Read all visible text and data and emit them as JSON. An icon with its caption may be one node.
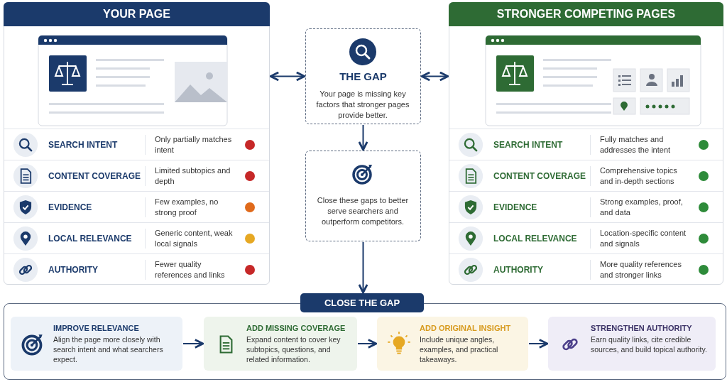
{
  "diagram": {
    "nodes": [
      {
        "text": [
          "YOUR PAGE"
        ]
      },
      {
        "text": [
          "SEARCH INTENT",
          "Only partially matches intent"
        ],
        "in": 0
      },
      {
        "text": [
          "CONTENT COVERAGE",
          "Limited subtopics and depth"
        ],
        "in": 0
      },
      {
        "text": [
          "EVIDENCE",
          "Few examples, no strong proof"
        ],
        "in": 0
      },
      {
        "text": [
          "LOCAL RELEVANCE",
          "Generic content, weak local signals"
        ],
        "in": 0
      },
      {
        "text": [
          "AUTHORITY",
          "Fewer quality references and links"
        ],
        "in": 0
      },
      {
        "text": [
          "STRONGER COMPETING PAGES"
        ]
      },
      {
        "text": [
          "SEARCH INTENT",
          "Fully matches and addresses the intent"
        ],
        "in": 6
      },
      {
        "text": [
          "CONTENT COVERAGE",
          "Comprehensive topics and in-depth sections"
        ],
        "in": 6
      },
      {
        "text": [
          "EVIDENCE",
          "Strong examples, proof, and data"
        ],
        "in": 6
      },
      {
        "text": [
          "LOCAL RELEVANCE",
          "Location-specific content and signals"
        ],
        "in": 6
      },
      {
        "text": [
          "AUTHORITY",
          "More quality references and stronger links"
        ],
        "in": 6
      },
      {
        "text": [
          "THE GAP",
          "Your page is missing key factors that stronger pages provide better."
        ]
      },
      {
        "text": [
          "Close these gaps to better serve searchers and outperform competitors."
        ]
      },
      {
        "text": [
          "CLOSE THE GAP"
        ]
      },
      {
        "text": [
          "IMPROVE RELEVANCE",
          "Align the page more closely with search intent and what searchers expect."
        ],
        "in": 14
      },
      {
        "text": [
          "ADD MISSING COVERAGE",
          "Expand content to cover key subtopics, questions, and related information."
        ],
        "in": 14
      },
      {
        "text": [
          "ADD ORIGINAL INSIGHT",
          "Include unique angles, examples, and practical takeaways."
        ],
        "in": 14
      },
      {
        "text": [
          "STRENGTHEN AUTHORITY",
          "Earn quality links, cite credible sources, and build topical authority."
        ],
        "in": 14
      }
    ],
    "edges": [
      {
        "from": 0,
        "to": 12,
        "arrow": "both"
      },
      {
        "from": 12,
        "to": 6,
        "arrow": "both"
      },
      {
        "from": 12,
        "to": 13,
        "arrow": "to"
      },
      {
        "from": 13,
        "to": 14,
        "arrow": "to"
      },
      {
        "from": 15,
        "to": 16,
        "arrow": "to"
      },
      {
        "from": 16,
        "to": 17,
        "arrow": "to"
      },
      {
        "from": 17,
        "to": 18,
        "arrow": "to"
      }
    ]
  }
}
